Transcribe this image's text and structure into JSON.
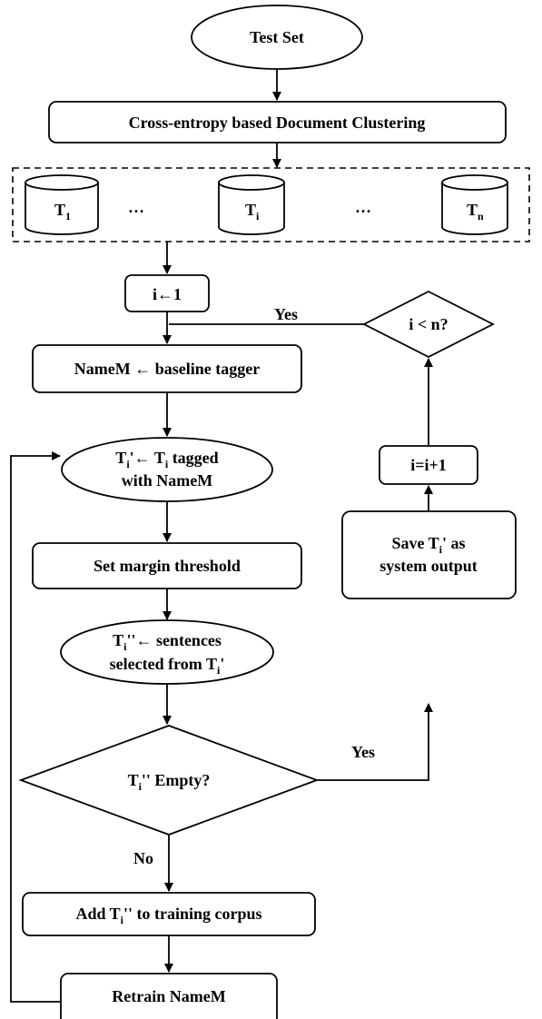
{
  "nodes": {
    "test_set": "Test Set",
    "clustering": "Cross-entropy based Document Clustering",
    "t1_main": "T",
    "t1_sub": "1",
    "ti_main": "T",
    "ti_sub": "i",
    "tn_main": "T",
    "tn_sub": "n",
    "ellipsis": "…",
    "init": "i←1",
    "baseline": "NameM ← baseline tagger",
    "tag_line1_a": "T",
    "tag_line1_sub": "i",
    "tag_line1_b": "'← T",
    "tag_line1_sub2": "i",
    "tag_line1_c": " tagged",
    "tag_line2": "with NameM",
    "margin": "Set margin threshold",
    "select_line1_a": "T",
    "select_line1_sub": "i",
    "select_line1_b": "''← sentences",
    "select_line2_a": "selected from T",
    "select_line2_sub": "i",
    "select_line2_b": "'",
    "empty_a": "T",
    "empty_sub": "i",
    "empty_b": "'' Empty?",
    "add_a": "Add T",
    "add_sub": "i",
    "add_b": "'' to training corpus",
    "retrain": "Retrain NameM",
    "save_line1_a": "Save T",
    "save_line1_sub": "i",
    "save_line1_b": "' as",
    "save_line2": "system output",
    "increment": "i=i+1",
    "check": "i < n?"
  },
  "edge_labels": {
    "yes_top": "Yes",
    "yes_right": "Yes",
    "no": "No"
  }
}
